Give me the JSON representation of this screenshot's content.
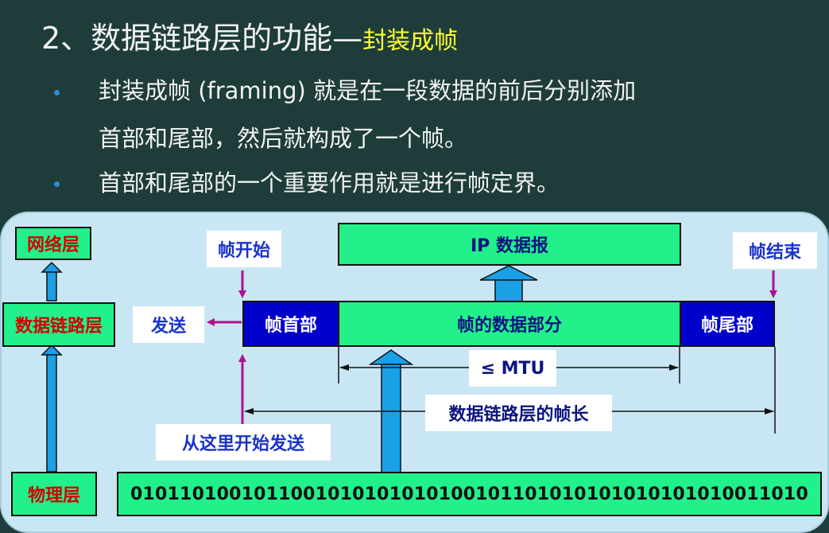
{
  "title": {
    "main": "2、数据链路层的功能—",
    "highlight": "封装成帧"
  },
  "bullets": [
    {
      "line1": "封装成帧 (framing) 就是在一段数据的前后分别添加",
      "line2": "首部和尾部，然后就构成了一个帧。"
    },
    {
      "line1": "首部和尾部的一个重要作用就是进行帧定界。"
    }
  ],
  "layers": {
    "network": "网络层",
    "datalink": "数据链路层",
    "physical": "物理层"
  },
  "frame": {
    "ip_datagram": "IP 数据报",
    "header": "帧首部",
    "data_part": "帧的数据部分",
    "trailer": "帧尾部",
    "mtu": "≤ MTU",
    "frame_length": "数据链路层的帧长"
  },
  "labels": {
    "frame_start": "帧开始",
    "frame_end": "帧结束",
    "send": "发送",
    "send_from_here": "从这里开始发送"
  },
  "bits": "0101101001011001010101010100101101010101010101010011010",
  "colors": {
    "background": "#1e3d3a",
    "panel": "#c9e6f4",
    "green": "#22f08a",
    "blue": "#0000cc",
    "red": "#d40000",
    "magenta": "#b0108c",
    "arrow_blue": "#1aa0e6",
    "title_highlight": "#ffff33"
  }
}
